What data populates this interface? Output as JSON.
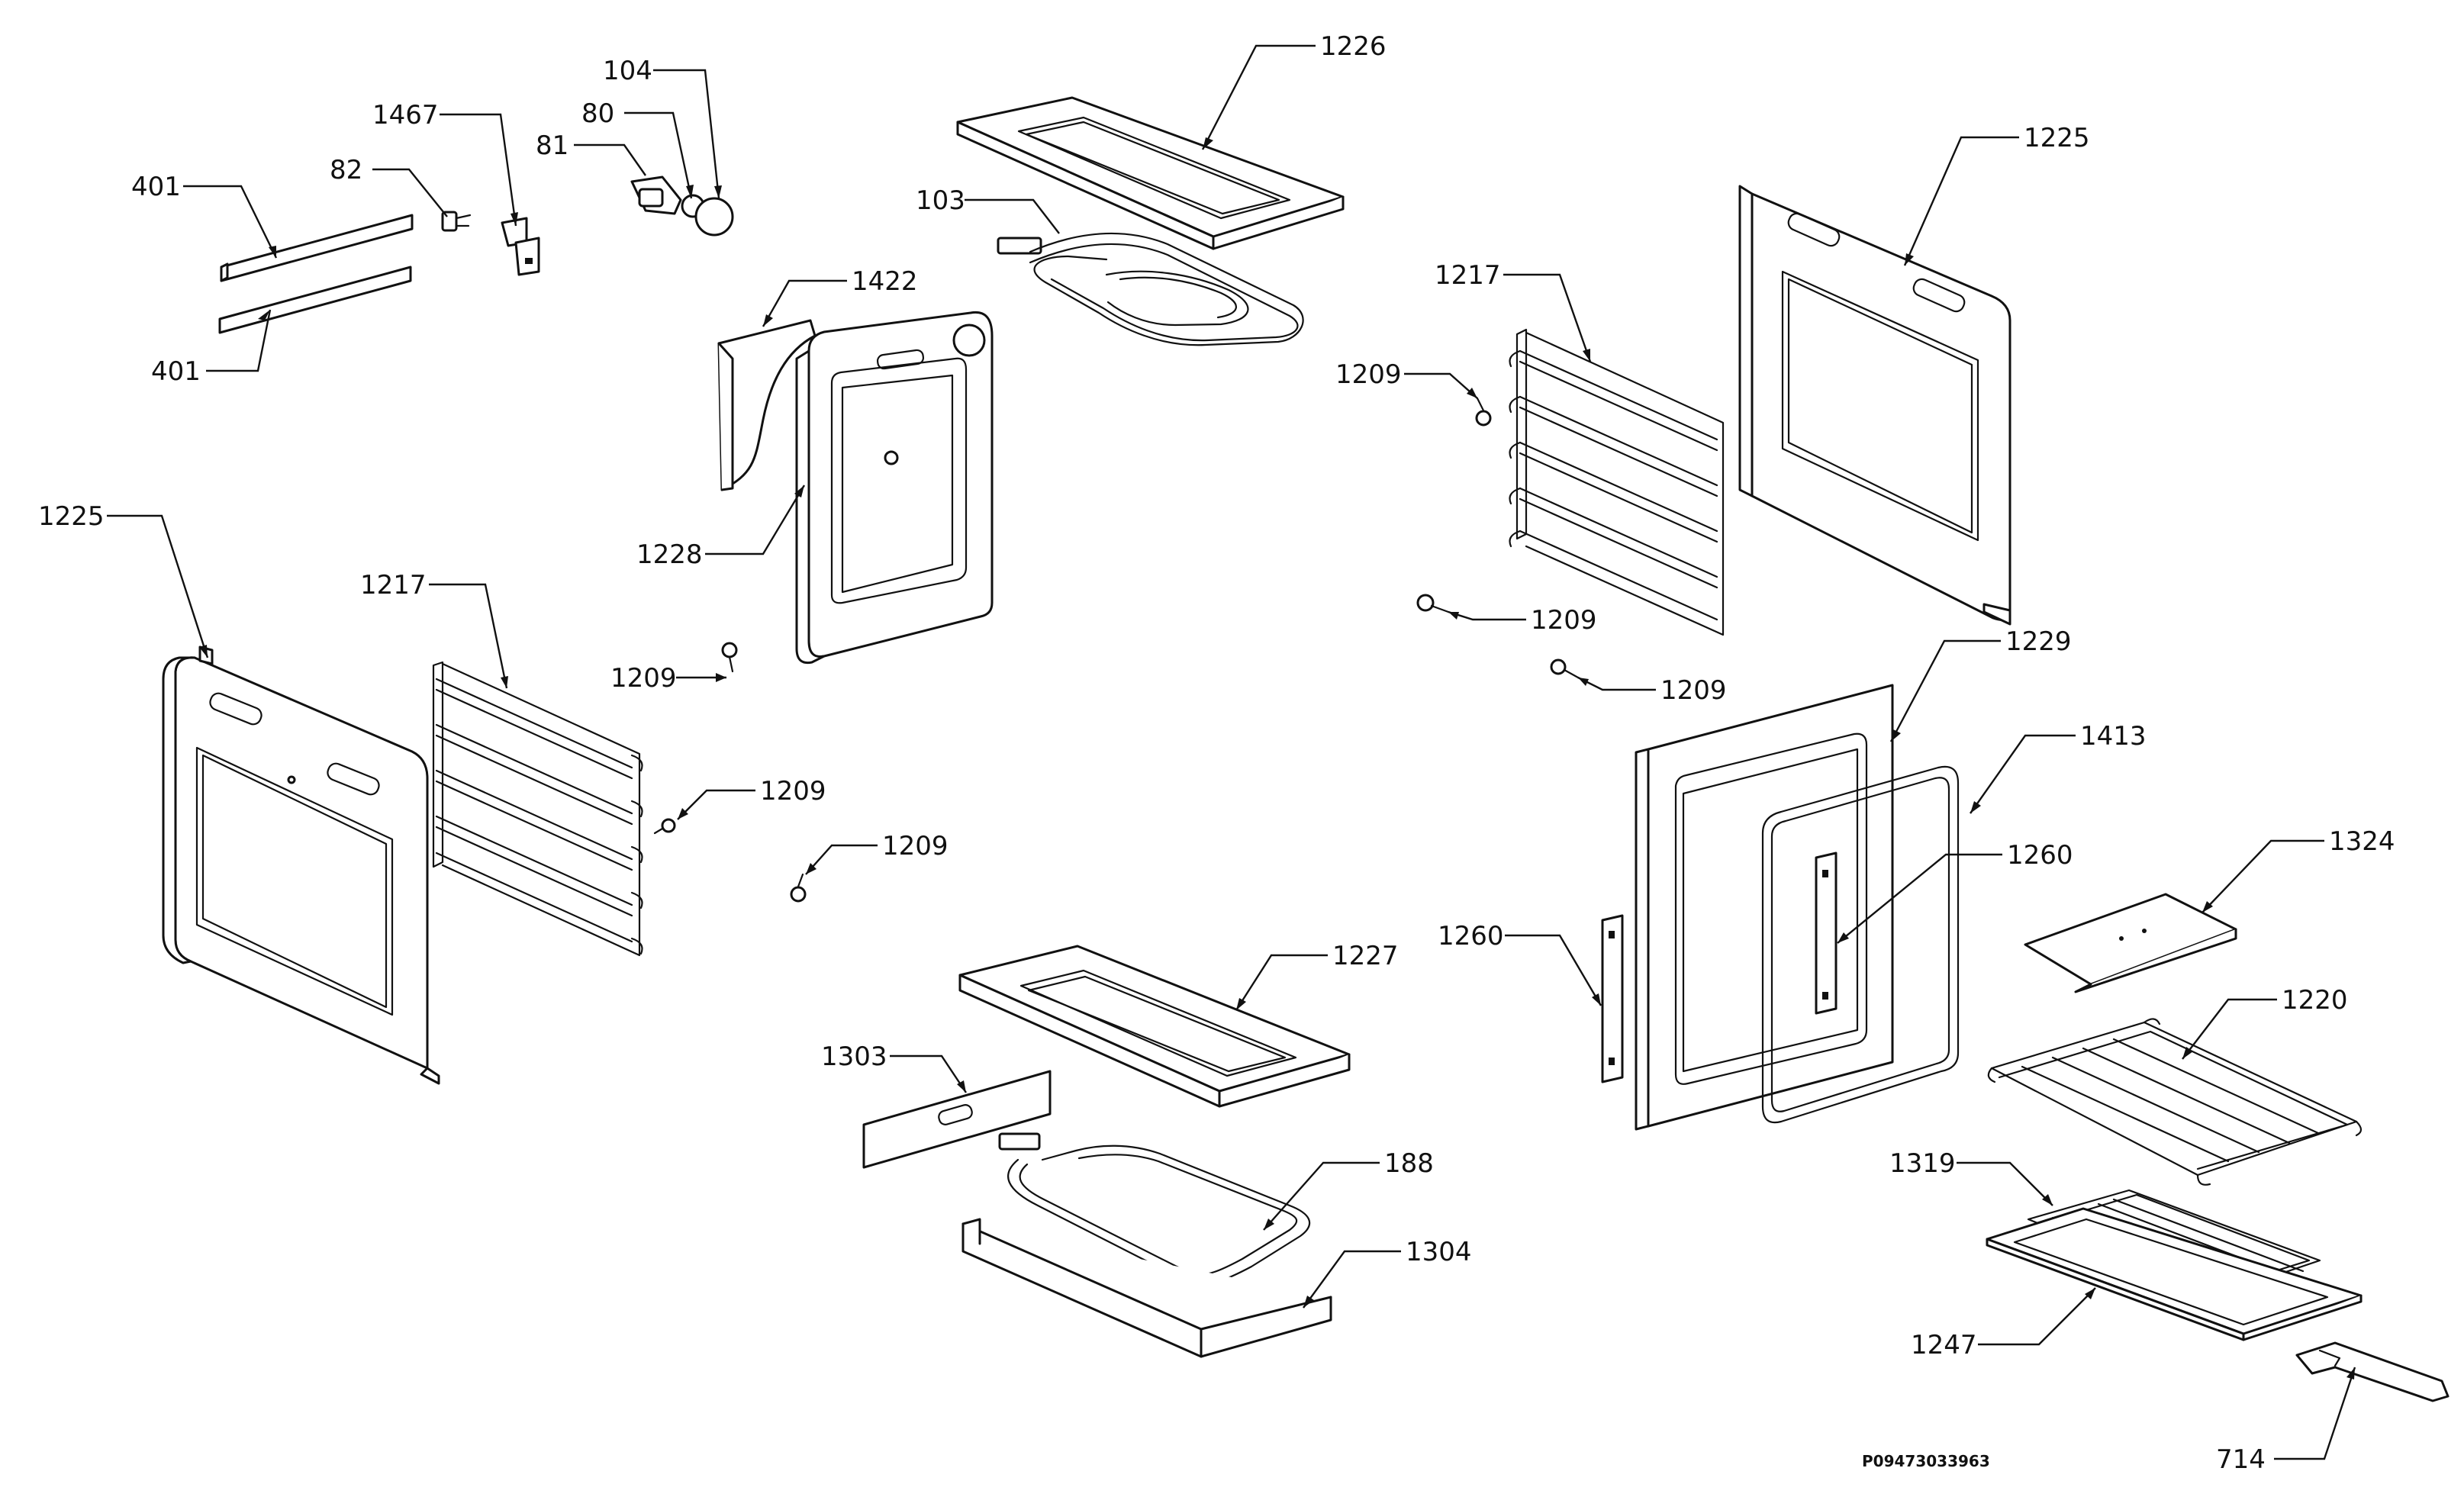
{
  "drawing_code": "P09473033963",
  "callouts": [
    {
      "id": "401-top",
      "text": "401"
    },
    {
      "id": "401-bottom",
      "text": "401"
    },
    {
      "id": "82",
      "text": "82"
    },
    {
      "id": "1467",
      "text": "1467"
    },
    {
      "id": "81",
      "text": "81"
    },
    {
      "id": "80",
      "text": "80"
    },
    {
      "id": "104",
      "text": "104"
    },
    {
      "id": "1226",
      "text": "1226"
    },
    {
      "id": "103",
      "text": "103"
    },
    {
      "id": "1422",
      "text": "1422"
    },
    {
      "id": "1228",
      "text": "1228"
    },
    {
      "id": "1225-left",
      "text": "1225"
    },
    {
      "id": "1217-left",
      "text": "1217"
    },
    {
      "id": "1209-a",
      "text": "1209"
    },
    {
      "id": "1209-b",
      "text": "1209"
    },
    {
      "id": "1209-c",
      "text": "1209"
    },
    {
      "id": "1217-right",
      "text": "1217"
    },
    {
      "id": "1209-d",
      "text": "1209"
    },
    {
      "id": "1225-right",
      "text": "1225"
    },
    {
      "id": "1209-e",
      "text": "1209"
    },
    {
      "id": "1209-f",
      "text": "1209"
    },
    {
      "id": "1229",
      "text": "1229"
    },
    {
      "id": "1413",
      "text": "1413"
    },
    {
      "id": "1260-inner",
      "text": "1260"
    },
    {
      "id": "1260-outer",
      "text": "1260"
    },
    {
      "id": "1324",
      "text": "1324"
    },
    {
      "id": "1220",
      "text": "1220"
    },
    {
      "id": "1227",
      "text": "1227"
    },
    {
      "id": "1303",
      "text": "1303"
    },
    {
      "id": "188",
      "text": "188"
    },
    {
      "id": "1304",
      "text": "1304"
    },
    {
      "id": "1319",
      "text": "1319"
    },
    {
      "id": "1247",
      "text": "1247"
    },
    {
      "id": "714",
      "text": "714"
    }
  ]
}
